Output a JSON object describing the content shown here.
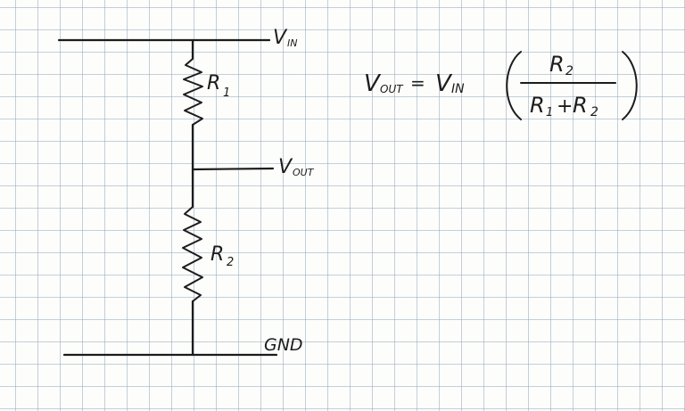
{
  "colors": {
    "ink": "#1c1c1c",
    "grid": "#96aab9",
    "paper": "#fdfdfc"
  },
  "labels": {
    "vin": "V",
    "vin_sub": "IN",
    "r1": "R",
    "r1_sub": "1",
    "vout": "V",
    "vout_sub": "OUT",
    "r2": "R",
    "r2_sub": "2",
    "gnd": "GND"
  },
  "formula": {
    "lhs_v": "V",
    "lhs_sub": "OUT",
    "equals": "=",
    "rhs_v": "V",
    "rhs_sub": "IN",
    "numerator_r": "R",
    "numerator_sub": "2",
    "den_r1": "R",
    "den_r1_sub": "1",
    "plus": "+",
    "den_r2": "R",
    "den_r2_sub": "2"
  }
}
